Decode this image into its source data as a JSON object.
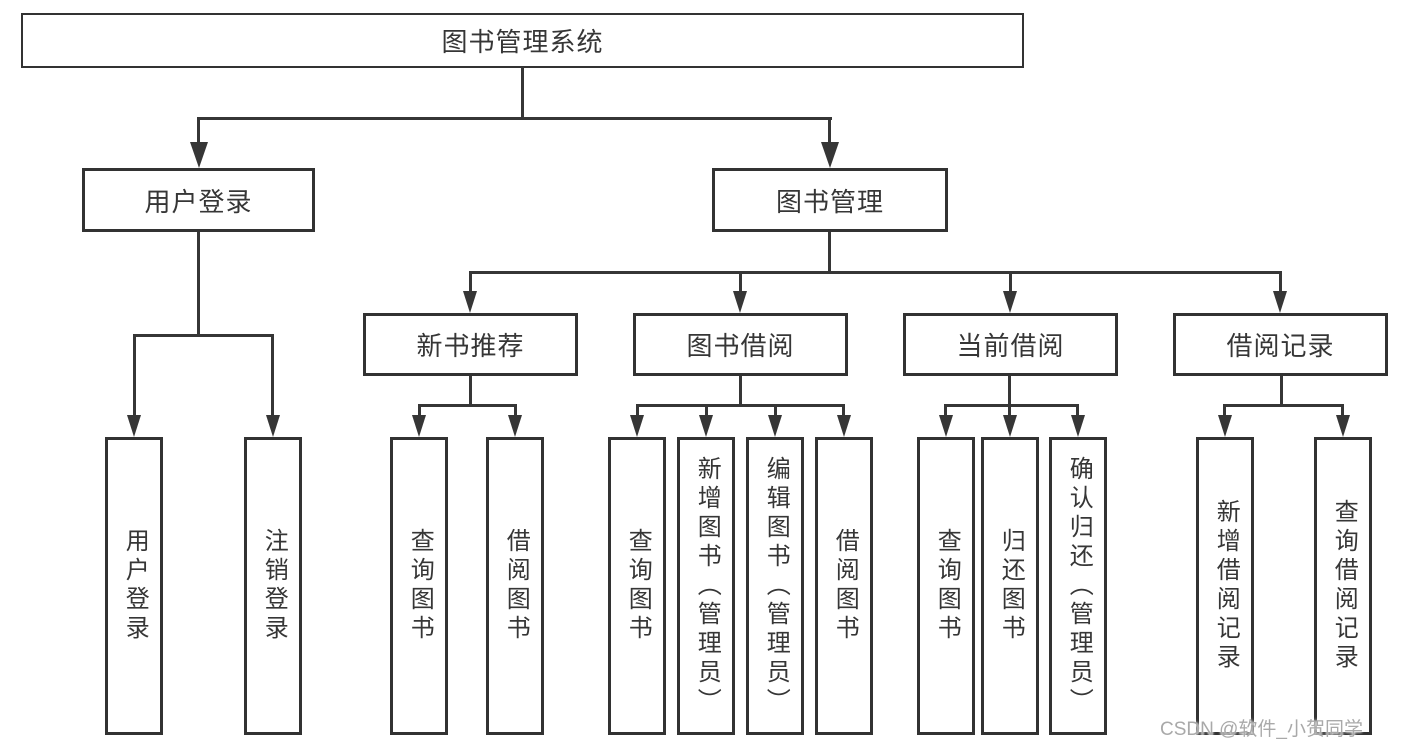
{
  "diagram": {
    "root": {
      "label": "图书管理系统",
      "children": [
        {
          "label": "用户登录",
          "children": [
            {
              "label": "用户登录"
            },
            {
              "label": "注销登录"
            }
          ]
        },
        {
          "label": "图书管理",
          "children": [
            {
              "label": "新书推荐",
              "children": [
                {
                  "label": "查询图书"
                },
                {
                  "label": "借阅图书"
                }
              ]
            },
            {
              "label": "图书借阅",
              "children": [
                {
                  "label": "查询图书"
                },
                {
                  "label": "新增图书（管理员）"
                },
                {
                  "label": "编辑图书（管理员）"
                },
                {
                  "label": "借阅图书"
                }
              ]
            },
            {
              "label": "当前借阅",
              "children": [
                {
                  "label": "查询图书"
                },
                {
                  "label": "归还图书"
                },
                {
                  "label": "确认归还（管理员）"
                }
              ]
            },
            {
              "label": "借阅记录",
              "children": [
                {
                  "label": "新增借阅记录"
                },
                {
                  "label": "查询借阅记录"
                }
              ]
            }
          ]
        }
      ]
    }
  },
  "watermark": {
    "text": "CSDN @软件_小贺同学"
  },
  "colors": {
    "line": "#363636",
    "box_border": "#323232",
    "text": "#363636",
    "watermark_text": "#a9a9a9",
    "background": "#ffffff"
  }
}
